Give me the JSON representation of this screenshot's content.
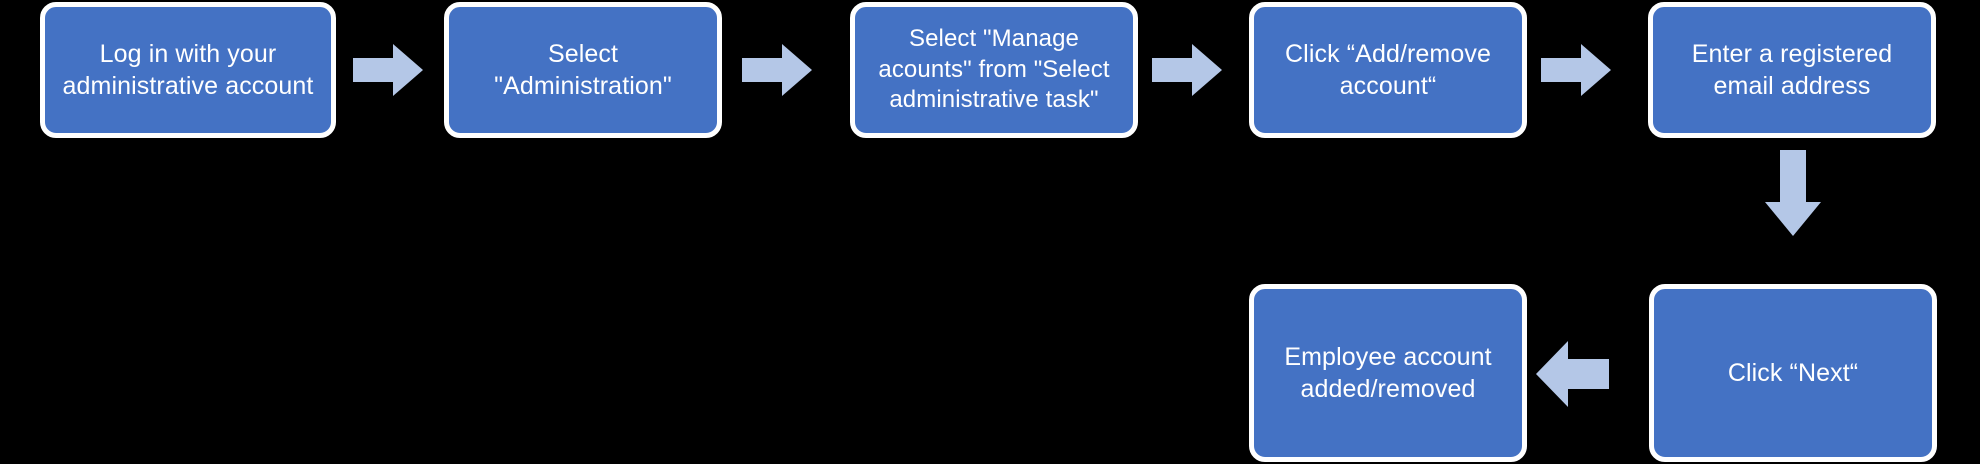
{
  "diagram": {
    "title": "Add or remove an employee account process flow",
    "colors": {
      "background": "#000000",
      "node_fill": "#4472C4",
      "node_border": "#FFFFFF",
      "node_text": "#FFFFFF",
      "arrow_fill": "#B4C7E7"
    },
    "nodes": [
      {
        "id": "step-1",
        "label": "Log in with your\nadministrative account"
      },
      {
        "id": "step-2",
        "label": "Select\n\"Administration\""
      },
      {
        "id": "step-3",
        "label": "Select \"Manage\nacounts\" from \"Select\nadministrative task\""
      },
      {
        "id": "step-4",
        "label": "Click “Add/remove\naccount“"
      },
      {
        "id": "step-5",
        "label": "Enter a registered\nemail address"
      },
      {
        "id": "step-6",
        "label": "Click “Next“"
      },
      {
        "id": "step-7",
        "label": "Employee account\nadded/removed"
      }
    ],
    "connectors": [
      {
        "id": "arrow-1",
        "from": "step-1",
        "to": "step-2",
        "direction": "right"
      },
      {
        "id": "arrow-2",
        "from": "step-2",
        "to": "step-3",
        "direction": "right"
      },
      {
        "id": "arrow-3",
        "from": "step-3",
        "to": "step-4",
        "direction": "right"
      },
      {
        "id": "arrow-4",
        "from": "step-4",
        "to": "step-5",
        "direction": "right"
      },
      {
        "id": "arrow-5",
        "from": "step-5",
        "to": "step-6",
        "direction": "down"
      },
      {
        "id": "arrow-6",
        "from": "step-6",
        "to": "step-7",
        "direction": "left"
      }
    ]
  }
}
